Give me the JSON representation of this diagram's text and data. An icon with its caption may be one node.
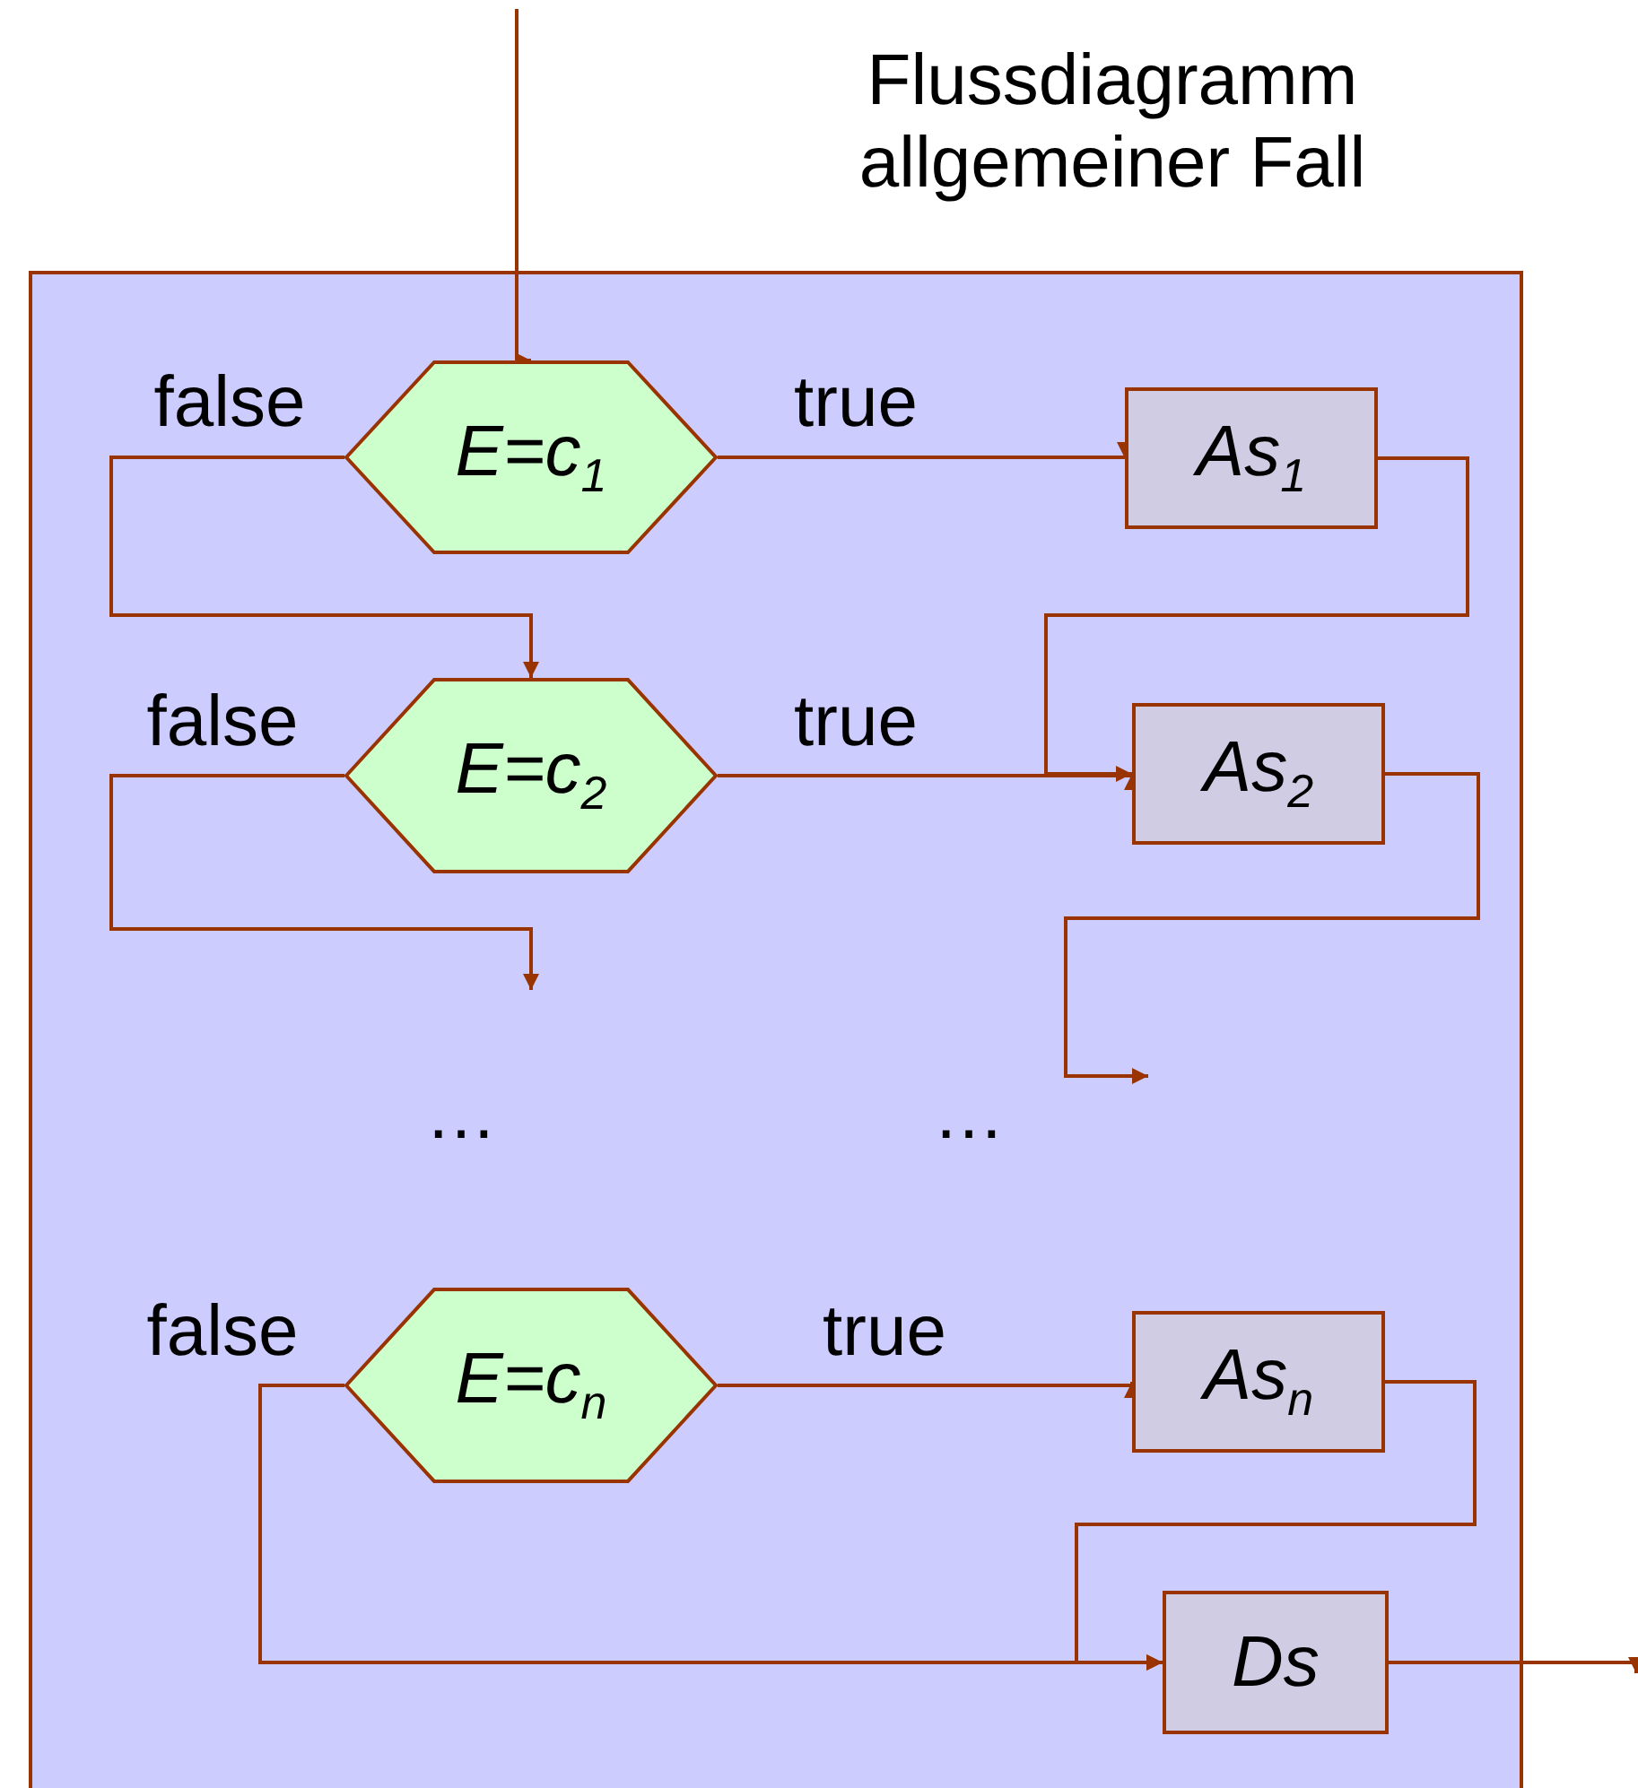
{
  "diagram": {
    "title": "Flussdiagramm allgemeiner Fall",
    "nodes": [
      {
        "text": [],
        "shape": "box"
      },
      {
        "text": [
          "E=c$_{1}$"
        ],
        "in": 0
      },
      {
        "text": [
          "As$_{1}$"
        ],
        "in": 0
      },
      {
        "text": [
          "E=c$_{2}$"
        ],
        "in": 0
      },
      {
        "text": [
          "As$_{2}$"
        ],
        "in": 0
      },
      {
        "text": [
          "E=c$_{n}$"
        ],
        "in": 0
      },
      {
        "text": [
          "As$_{n}$"
        ],
        "in": 0
      },
      {
        "text": [
          "Ds"
        ],
        "in": 0
      }
    ],
    "edges": [
      {
        "from": null,
        "to": 1,
        "arrow": "to"
      },
      {
        "from": 1,
        "to": 2,
        "arrow": "to",
        "label": "true"
      },
      {
        "from": 1,
        "to": 3,
        "arrow": "to",
        "label": "false"
      },
      {
        "from": 2,
        "to": 4,
        "arrow": "to"
      },
      {
        "from": 3,
        "to": 4,
        "arrow": "to",
        "label": "true"
      },
      {
        "from": 3,
        "to": null,
        "arrow": "to",
        "label": "false"
      },
      {
        "from": 4,
        "to": null,
        "arrow": "to"
      },
      {
        "from": 5,
        "to": 6,
        "arrow": "to",
        "label": "true"
      },
      {
        "from": 5,
        "to": 7,
        "arrow": "to",
        "label": "false"
      },
      {
        "from": 6,
        "to": 7,
        "arrow": "to"
      },
      {
        "from": 7,
        "to": null,
        "arrow": "to"
      }
    ],
    "labels": [
      "…",
      "…"
    ]
  }
}
